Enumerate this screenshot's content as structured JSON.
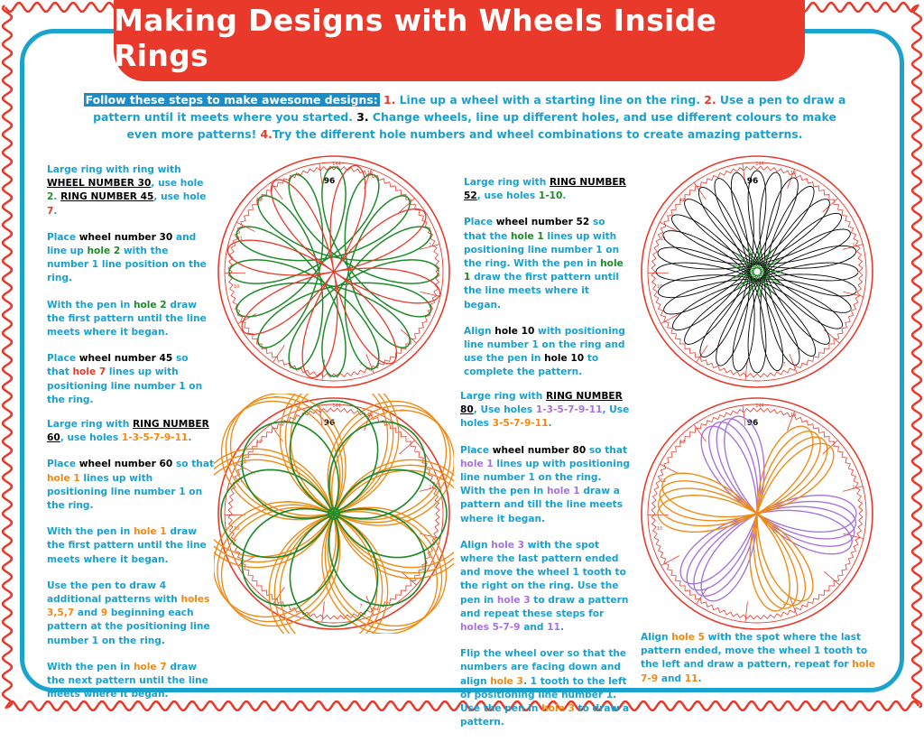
{
  "title": "Making Designs with Wheels Inside Rings",
  "intro": {
    "lead": "Follow these steps to make awesome designs:",
    "s1n": "1.",
    "s1": " Line up a wheel with a starting line on the ring. ",
    "s2n": "2.",
    "s2": " Use a pen to draw a pattern until it meets where you started. ",
    "s3n": "3.",
    "s3": " Change wheels, line up different holes, and use different colours to make even more patterns! ",
    "s4n": "4.",
    "s4": "Try the different hole numbers and wheel combinations to create amazing patterns."
  },
  "ring_labels": {
    "top": "96",
    "n144": "144",
    "n13": "13",
    "n12": "12",
    "n11": "11",
    "n10": "10",
    "n1": "1",
    "n7": "7"
  },
  "tl": {
    "a1": "Large ring with ring with ",
    "a2": "WHEEL NUMBER 30",
    "a3": ", use hole ",
    "a4": "2",
    "a5": ". ",
    "a6": "RING NUMBER 45",
    "a7": ", use hole ",
    "a8": "7",
    "a9": ".",
    "b1": "Place ",
    "b2": "wheel number 30",
    "b3": " and line up ",
    "b4": "hole 2",
    "b5": " with the number 1 line position on the ring.",
    "c1": "With the pen in ",
    "c2": "hole 2",
    "c3": " draw the first pattern until the line meets where it began.",
    "d1": "Place ",
    "d2": "wheel number 45",
    "d3": " so that ",
    "d4": "hole 7",
    "d5": " lines up with positioning line number 1 on the ring."
  },
  "tr": {
    "a1": "Large ring with ",
    "a2": "RING NUMBER 52",
    "a3": ", use holes ",
    "a4": "1-10",
    "a5": ".",
    "b1": "Place ",
    "b2": "wheel number 52",
    "b3": " so that the ",
    "b4": "hole 1",
    "b5": " lines up with positioning line number 1 on the ring. With the pen in ",
    "b6": "hole 1",
    "b7": " draw the first pattern until the line meets where it began.",
    "c1": "Align ",
    "c2": "hole 10",
    "c3": " with positioning line number 1 on the ring and use the pen in ",
    "c4": "hole 10",
    "c5": " to complete the pattern."
  },
  "bl": {
    "a1": "Large ring with ",
    "a2": "RING NUMBER 60",
    "a3": ", use holes ",
    "a4": "1-3-5-7-9-11",
    "a5": ".",
    "b1": "Place ",
    "b2": "wheel number 60",
    "b3": " so that ",
    "b4": "hole 1",
    "b5": " lines up with positioning line number 1 on the ring.",
    "c1": "With the pen in ",
    "c2": "hole 1",
    "c3": " draw the first pattern until the line meets where it began.",
    "d1": "Use the pen to draw 4 additional patterns with ",
    "d2": "holes 3,5,7",
    "d3": " and ",
    "d4": "9",
    "d5": " beginning each pattern at the positioning line number 1 on the ring.",
    "e1": "With the pen in ",
    "e2": "hole 7",
    "e3": " draw the next pattern until the line meets where it began."
  },
  "bm": {
    "a1": "Large ring with ",
    "a2": "RING NUMBER 80",
    "a3": ", Use holes ",
    "a4": "1-3-5-7-9-11",
    "a5": ", Use holes ",
    "a6": "3-5-7-9-11",
    "a7": ".",
    "b1": "Place ",
    "b2": "wheel number 80",
    "b3": " so that ",
    "b4": "hole 1",
    "b5": " lines up with positioning line number 1 on the ring. With the pen in ",
    "b6": "hole 1",
    "b7": " draw a pattern and till the line meets where it began.",
    "c1": "Align ",
    "c2": "hole 3",
    "c3": " with the spot where the last pattern ended and move the wheel 1 tooth to the right on the ring. Use the pen in ",
    "c4": "hole 3",
    "c5": " to draw a pattern and repeat these steps for ",
    "c6": "holes 5-7-9",
    "c7": " and ",
    "c8": "11",
    "c9": ".",
    "d1": "Flip the wheel over so that the numbers are facing down and align ",
    "d2": "hole 3",
    "d3": ". 1 tooth to the left of positioning line number 1. Use the pen in ",
    "d4": "hole 3",
    "d5": " to draw a pattern."
  },
  "br": {
    "a1": "Align ",
    "a2": "hole 5",
    "a3": " with the spot where the last pattern ended, move the wheel 1 tooth to the left and draw a pattern, repeat for ",
    "a4": "hole 7-9",
    "a5": " and ",
    "a6": "11",
    "a7": "."
  },
  "colors": {
    "red": "#e8392b",
    "blue": "#1aa0cc",
    "green": "#1f8a2a",
    "orange": "#f08a14",
    "purple": "#a673dc",
    "black": "#000000"
  }
}
